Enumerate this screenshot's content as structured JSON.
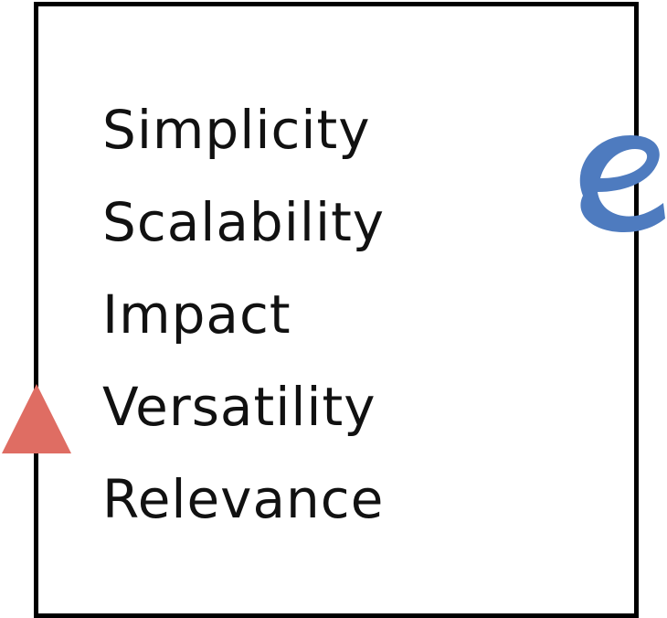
{
  "words": [
    "Simplicity",
    "Scalability",
    "Impact",
    "Versatility",
    "Relevance"
  ],
  "colors": {
    "frame": "#000000",
    "text": "#111111",
    "triangle": "#df6d63",
    "e_mark": "#4e7bbf"
  },
  "icons": {
    "triangle": "red-triangle-icon",
    "e_mark": "blue-e-icon"
  }
}
